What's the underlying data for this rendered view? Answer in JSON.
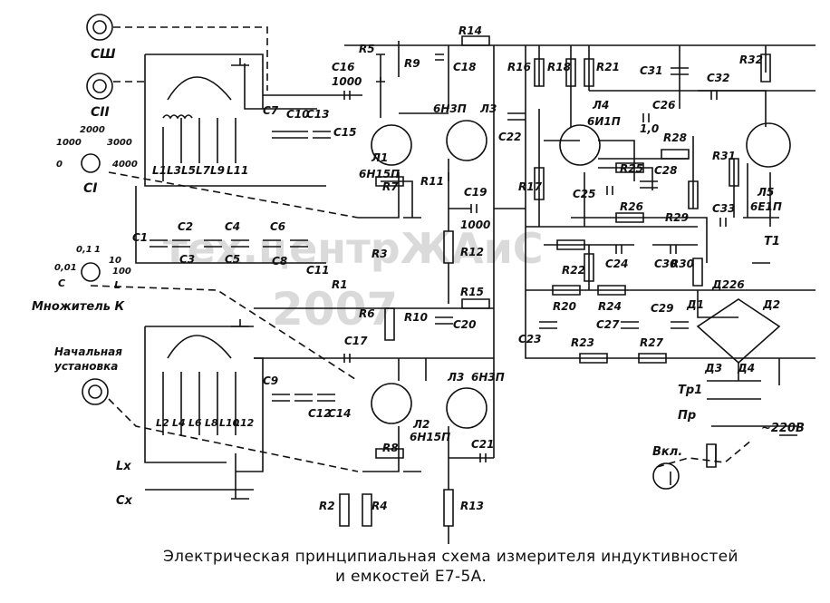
{
  "caption": {
    "line1": "Электрическая принципиальная схема измерителя индуктивностей",
    "line2": "и емкостей Е7-5А."
  },
  "watermark": {
    "line1": "тех.центрЖАиС",
    "line2": "2007"
  },
  "labels": {
    "csh": "СШ",
    "cii": "СII",
    "ci": "СI",
    "d1000": "1000",
    "d2000": "2000",
    "d3000": "3000",
    "d0": "0",
    "d4000": "4000",
    "m001": "0,01",
    "m01": "0,1",
    "m1": "1",
    "m10": "10",
    "m100": "100",
    "mult_c": "C",
    "mult_l": "L",
    "multiplier": "Множитель К",
    "initial1": "Начальная",
    "initial2": "установка",
    "lx": "Lx",
    "cx": "Cx",
    "vkl": "Вкл.",
    "pr": "Пр",
    "tr1": "Тр1",
    "mains": "~220В",
    "t1": "Т1",
    "l1": "L1",
    "l3": "L3",
    "l5": "L5",
    "l7": "L7",
    "l9": "L9",
    "l11": "L11",
    "l2": "L2",
    "l4": "L4",
    "l6": "L6",
    "l8": "L8",
    "l10": "L10",
    "l12": "L12",
    "c1": "C1",
    "c2": "C2",
    "c3": "C3",
    "c4": "C4",
    "c5": "C5",
    "c6": "C6",
    "c7": "C7",
    "c8": "C8",
    "c9": "C9",
    "c10": "C10",
    "c11": "C11",
    "c12": "C12",
    "c13": "C13",
    "c14": "C14",
    "c15": "C15",
    "c16": "C16",
    "c16v": "1000",
    "c17": "C17",
    "c18": "C18",
    "c19": "C19",
    "c19v": "1000",
    "c20": "C20",
    "c21": "C21",
    "c22": "C22",
    "c23": "C23",
    "c24": "C24",
    "c25": "C25",
    "c26": "C26",
    "c26v": "1,0",
    "c27": "C27",
    "c28": "C28",
    "c29": "C29",
    "c30": "C30",
    "c31": "C31",
    "c32": "C32",
    "c33": "C33",
    "r1": "R1",
    "r2": "R2",
    "r3": "R3",
    "r4": "R4",
    "r5": "R5",
    "r6": "R6",
    "r7": "R7",
    "r8": "R8",
    "r9": "R9",
    "r10": "R10",
    "r11": "R11",
    "r12": "R12",
    "r13": "R13",
    "r14": "R14",
    "r15": "R15",
    "r16": "R16",
    "r17": "R17",
    "r18": "R18",
    "r20": "R20",
    "r21": "R21",
    "r22": "R22",
    "r23": "R23",
    "r24": "R24",
    "r25": "R25",
    "r26": "R26",
    "r27": "R27",
    "r28": "R28",
    "r29": "R29",
    "r30": "R30",
    "r31": "R31",
    "r32": "R32",
    "tube_l1": "Л1",
    "tube_l1t": "6Н15П",
    "tube_l2": "Л2",
    "tube_l2t": "6Н15П",
    "tube_l3a": "Л3",
    "tube_l3at": "6Н3П",
    "tube_l3b": "Л3",
    "tube_l3bt": "6Н3П",
    "tube_l4": "Л4",
    "tube_l4t": "6И1П",
    "tube_l5": "Л5",
    "tube_l5t": "6Е1П",
    "d1": "Д1",
    "d2": "Д2",
    "d3": "Д3",
    "d4": "Д4",
    "d226": "Д226"
  }
}
